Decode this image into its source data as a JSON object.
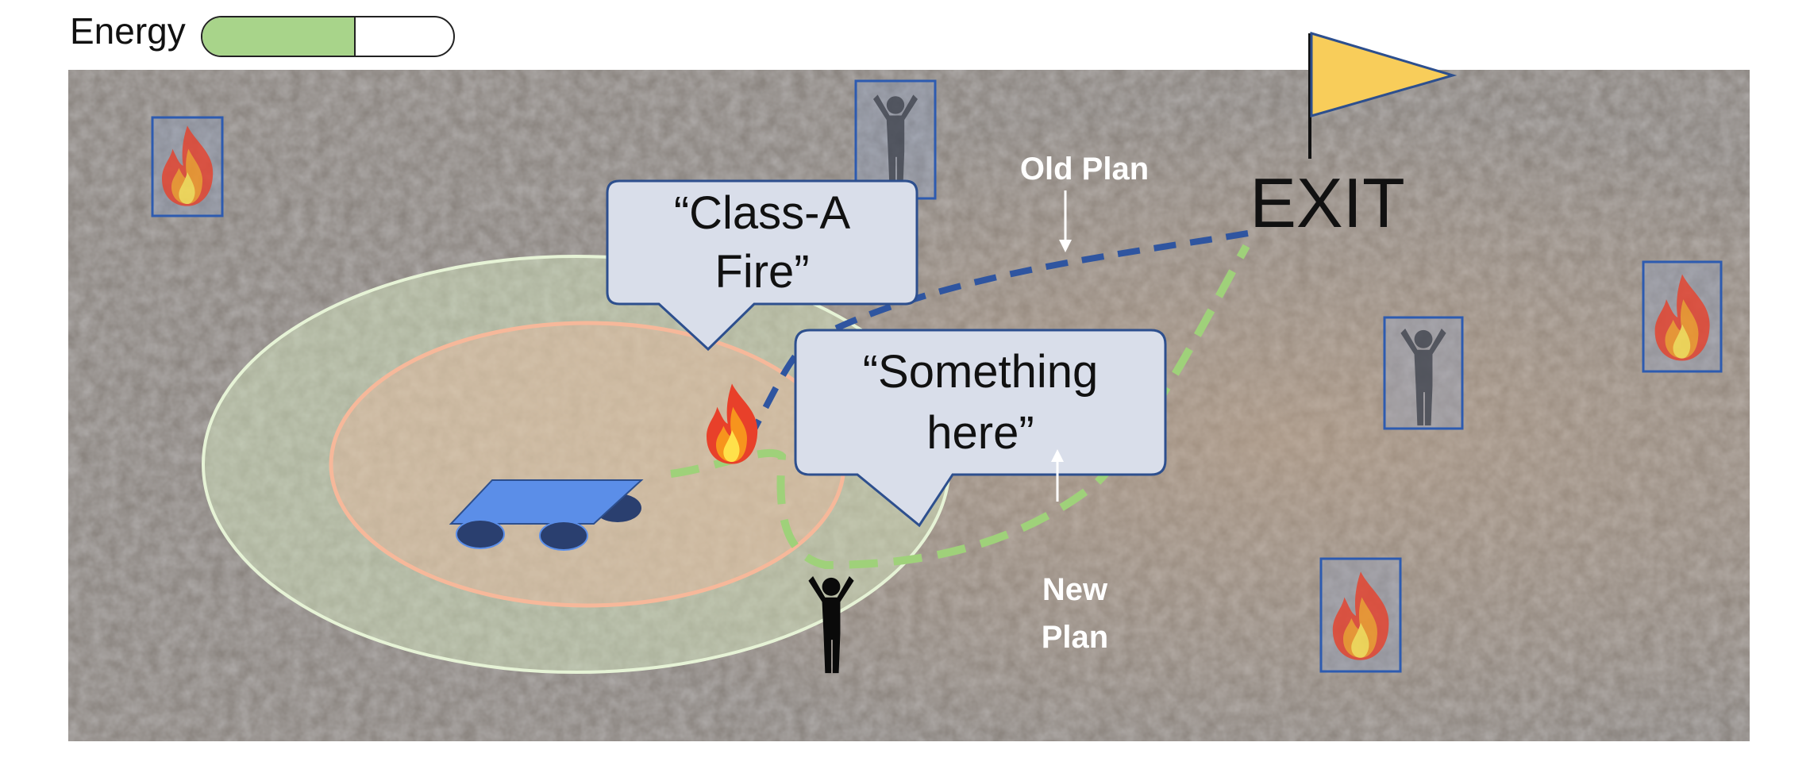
{
  "hud": {
    "energy_label": "Energy",
    "energy_level": 0.61,
    "energy_fill_color": "#a8d48a"
  },
  "scene": {
    "exit_label": "EXIT",
    "old_plan_label": "Old Plan",
    "new_plan_label_line1": "New",
    "new_plan_label_line2": "Plan",
    "bubble_fire_line1": "“Class-A",
    "bubble_fire_line2": "Fire”",
    "bubble_something_line1": "“Something",
    "bubble_something_line2": "here”"
  },
  "colors": {
    "old_plan": "#2f55a0",
    "new_plan": "#9fd17a",
    "outer_zone": "#d8ecc0",
    "inner_zone": "#f6b89a",
    "rover": "#5b8ee8",
    "flag": "#f8cd5a",
    "bubble": "#d9deea",
    "bubble_border": "#2d4f8e",
    "marker_border": "#2d5bb0"
  },
  "icons": [
    "fire-icon",
    "person-icon",
    "rover-icon",
    "flag-icon"
  ]
}
